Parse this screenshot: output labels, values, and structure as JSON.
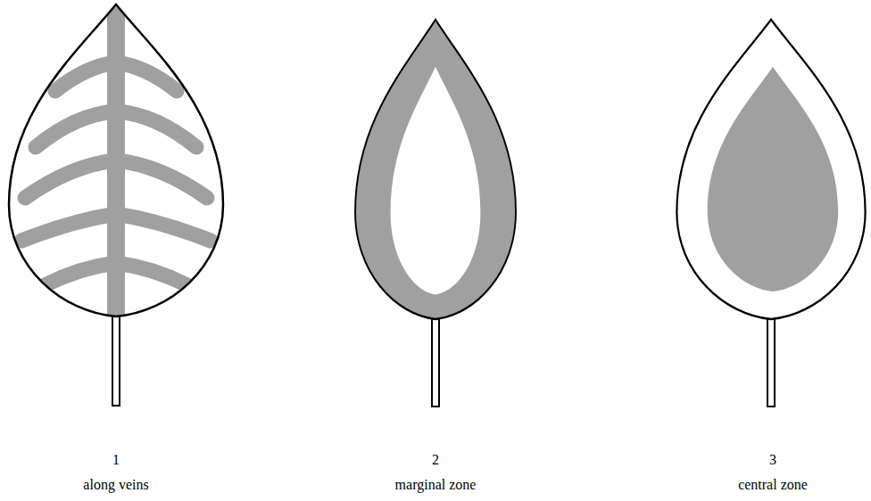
{
  "diagram": {
    "labels": [
      "1",
      "along veins",
      "2",
      "marginal zone",
      "3",
      "central zone"
    ]
  }
}
